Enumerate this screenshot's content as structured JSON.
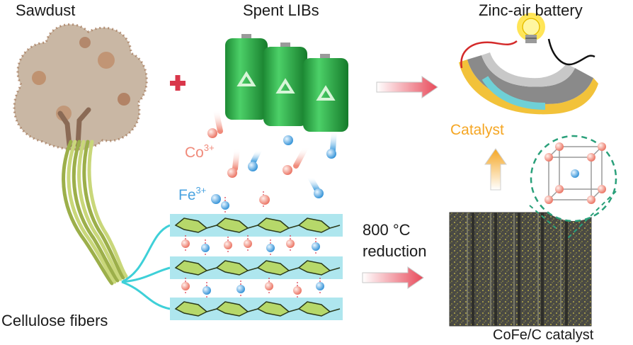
{
  "labels": {
    "sawdust": "Sawdust",
    "spent_libs": "Spent LIBs",
    "zinc_air": "Zinc-air battery",
    "cobalt_ion": "Co",
    "cobalt_charge": "3+",
    "iron_ion": "Fe",
    "iron_charge": "3+",
    "catalyst": "Catalyst",
    "process_temp": "800 °C",
    "process_step": "reduction",
    "cellulose": "Cellulose fibers",
    "cofe_catalyst": "CoFe/C catalyst"
  },
  "colors": {
    "cobalt": "#f08a7a",
    "iron": "#4aa3e0",
    "battery_green": "#2fb34a",
    "fiber": "#c9d77a",
    "cellulose_band": "#aee6ee",
    "arrow_red": "#e84a5a",
    "arrow_orange": "#f5a623",
    "catalyst_text": "#f5a623",
    "cube_outline": "#2aa07a"
  },
  "icons": [
    "recycle-icon",
    "lightbulb-icon",
    "plus-icon"
  ]
}
